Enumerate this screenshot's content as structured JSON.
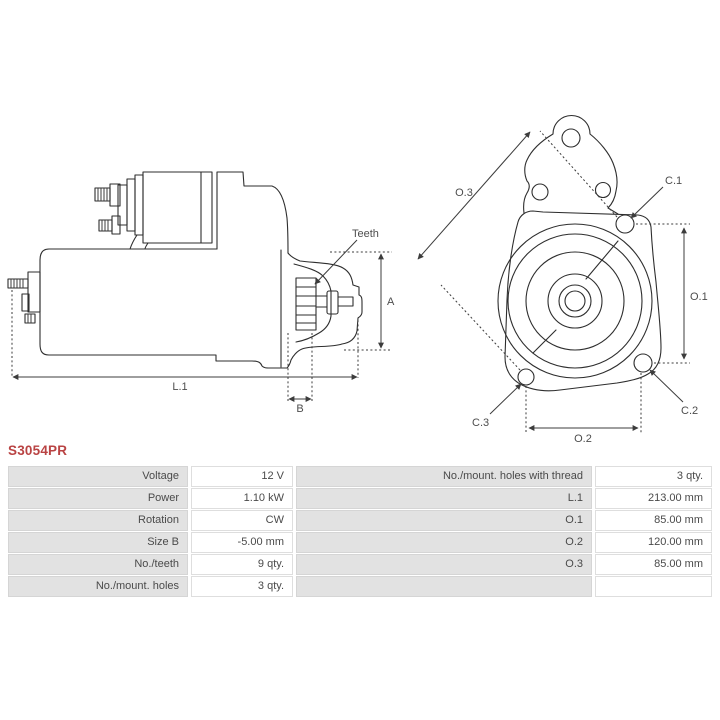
{
  "part_number": "S3054PR",
  "part_number_color": "#b94343",
  "diagram": {
    "side_view": {
      "length_label": "L.1",
      "pinion_width_label": "B",
      "diameter_label": "A",
      "teeth_label": "Teeth"
    },
    "front_view": {
      "o1_label": "O.1",
      "o2_label": "O.2",
      "o3_label": "O.3",
      "c1_label": "C.1",
      "c2_label": "C.2",
      "c3_label": "C.3"
    }
  },
  "specs": {
    "left": [
      {
        "label": "Voltage",
        "value": "12 V"
      },
      {
        "label": "Power",
        "value": "1.10 kW"
      },
      {
        "label": "Rotation",
        "value": "CW"
      },
      {
        "label": "Size B",
        "value": "-5.00 mm"
      },
      {
        "label": "No./teeth",
        "value": "9 qty."
      },
      {
        "label": "No./mount. holes",
        "value": "3 qty."
      }
    ],
    "right": [
      {
        "label": "No./mount. holes with thread",
        "value": "3 qty."
      },
      {
        "label": "L.1",
        "value": "213.00 mm"
      },
      {
        "label": "O.1",
        "value": "85.00 mm"
      },
      {
        "label": "O.2",
        "value": "120.00 mm"
      },
      {
        "label": "O.3",
        "value": "85.00 mm"
      },
      {
        "label": "",
        "value": ""
      }
    ]
  }
}
